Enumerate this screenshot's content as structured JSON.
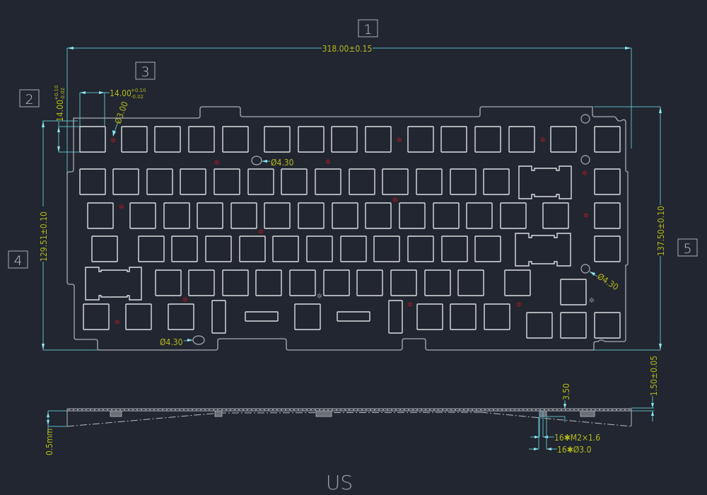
{
  "drawing": {
    "title": "US",
    "colors": {
      "background": "#212630",
      "dimension_text": "#b5b81a",
      "dimension_line": "#5fb8c2",
      "outline": "#a9aeb5",
      "cutout": "#dcdfe3",
      "standoff_marker": "#a11e22"
    }
  },
  "view_labels": [
    {
      "id": "1",
      "label": "1"
    },
    {
      "id": "2",
      "label": "2"
    },
    {
      "id": "3",
      "label": "3"
    },
    {
      "id": "4",
      "label": "4"
    },
    {
      "id": "5",
      "label": "5"
    }
  ],
  "dimensions": {
    "overall_width": "318.00±0.15",
    "switch_width": "14.00",
    "switch_width_tol_plus": "+0.10",
    "switch_width_tol_minus": "-0.02",
    "switch_height": "14.00",
    "switch_height_tol_plus": "+0.10",
    "switch_height_tol_minus": "-0.02",
    "standoff_hole": "Ø3.00",
    "left_height": "129.51±0.10",
    "right_height": "137.50±0.10",
    "mount_hole_top": "Ø4.30",
    "mount_hole_right": "Ø4.30",
    "mount_hole_bottom": "Ø4.30",
    "side_thickness": "1.50±0.05",
    "side_height": "3.50",
    "tilt_offset": "0.5mm",
    "screw_spec": "16✱M2×1.6",
    "standoff_spec": "16✱Ø3.0"
  }
}
